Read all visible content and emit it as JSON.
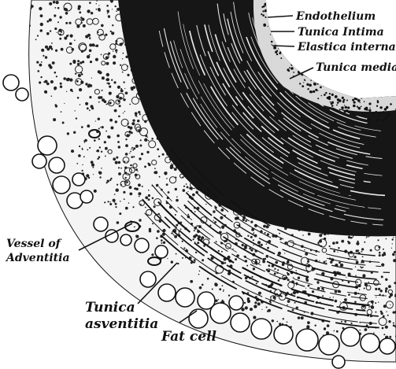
{
  "labels": {
    "endothelium": "Endothelium",
    "tunica_intima": "Tunica Intima",
    "elastica_interna": "Elastica interna",
    "tunica_media": "Tunica media",
    "vessel_of": "Vessel of",
    "adventitia": "Adventitia",
    "tunica": "Tunica",
    "asventitia": "asventitia",
    "fat_cell": "Fat cell"
  },
  "colors": {
    "ink": "#111111",
    "media_dark": "#161616",
    "paper": "#ffffff",
    "background": "#ffffff"
  }
}
